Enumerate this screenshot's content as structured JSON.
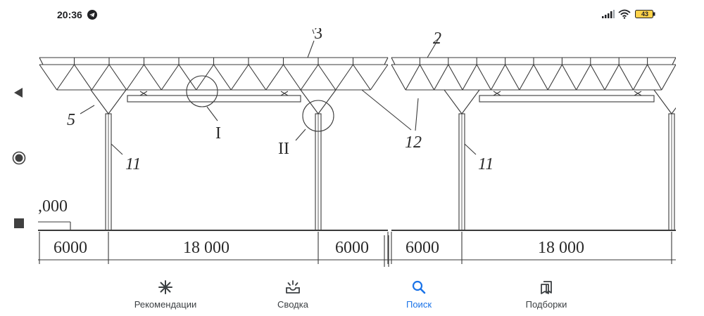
{
  "status_bar": {
    "time": "20:36",
    "battery_level": "43",
    "icons": [
      "telegram-icon",
      "signal-icon",
      "wifi-icon",
      "battery-icon"
    ]
  },
  "system_nav": {
    "icons": [
      "back-triangle-icon",
      "home-circle-icon",
      "recents-square-icon"
    ]
  },
  "drawing": {
    "callouts": {
      "roof_truss_left": "3",
      "roof_truss_right": "2",
      "truss_support": "5",
      "detail_one": "I",
      "detail_two": "II",
      "truss_chord": "12",
      "column_left": "11",
      "column_right": "11",
      "elevation_mark": ",000"
    },
    "dimensions": [
      "6000",
      "18 000",
      "6000",
      "6000",
      "18 000"
    ],
    "line_color": "#3a3a3a"
  },
  "bottom_nav": {
    "active_color": "#1a73e8",
    "items": [
      {
        "label": "Рекомендации",
        "icon": "sparkle-icon",
        "active": false
      },
      {
        "label": "Сводка",
        "icon": "summary-tray-icon",
        "active": false
      },
      {
        "label": "Поиск",
        "icon": "search-icon",
        "active": true
      },
      {
        "label": "Подборки",
        "icon": "collections-icon",
        "active": false
      }
    ]
  }
}
